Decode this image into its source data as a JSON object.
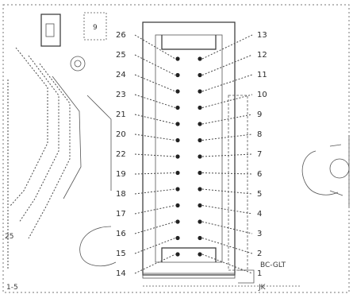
{
  "connector": {
    "left_pins": [
      "26",
      "25",
      "24",
      "23",
      "21",
      "20",
      "22",
      "19",
      "18",
      "17",
      "16",
      "15",
      "14"
    ],
    "right_pins": [
      "13",
      "12",
      "11",
      "10",
      "9",
      "8",
      "7",
      "6",
      "5",
      "4",
      "3",
      "2",
      "1"
    ]
  },
  "labels": {
    "top_left_part": "9",
    "board_note": "BC-GLT",
    "bottom_left": "1-5",
    "left_edge": "25",
    "bottom_right": "JK"
  },
  "colors": {
    "ink": "#2b2b2b",
    "background": "#ffffff"
  }
}
